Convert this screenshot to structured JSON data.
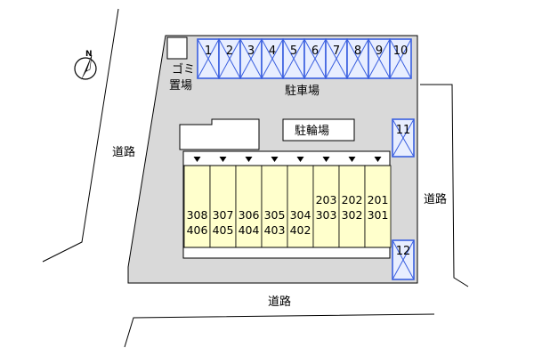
{
  "map": {
    "compass_label": "N",
    "roads": {
      "west": "道路",
      "east": "道路",
      "south": "道路"
    },
    "lot": {
      "parking_label": "駐車場",
      "bicycle_parking_label": "駐輪場",
      "garbage_label_line1": "ゴミ",
      "garbage_label_line2": "置場"
    },
    "parking_spaces_top": [
      "1",
      "2",
      "3",
      "4",
      "5",
      "6",
      "7",
      "8",
      "9",
      "10"
    ],
    "parking_spaces_right": [
      "11",
      "12"
    ],
    "units": [
      {
        "upper": "308",
        "lower": "406"
      },
      {
        "upper": "307",
        "lower": "405"
      },
      {
        "upper": "306",
        "lower": "404"
      },
      {
        "upper": "305",
        "lower": "403"
      },
      {
        "upper": "304",
        "lower": "402"
      },
      {
        "upper": "203",
        "lower": "303"
      },
      {
        "upper": "202",
        "lower": "302"
      },
      {
        "upper": "201",
        "lower": "301"
      }
    ],
    "colors": {
      "lot_fill": "#d9d9d9",
      "building_fill": "#ffffcc",
      "parking_stroke": "#3a5fe0",
      "parking_fill": "#e8eeff",
      "outline": "#000000"
    }
  }
}
